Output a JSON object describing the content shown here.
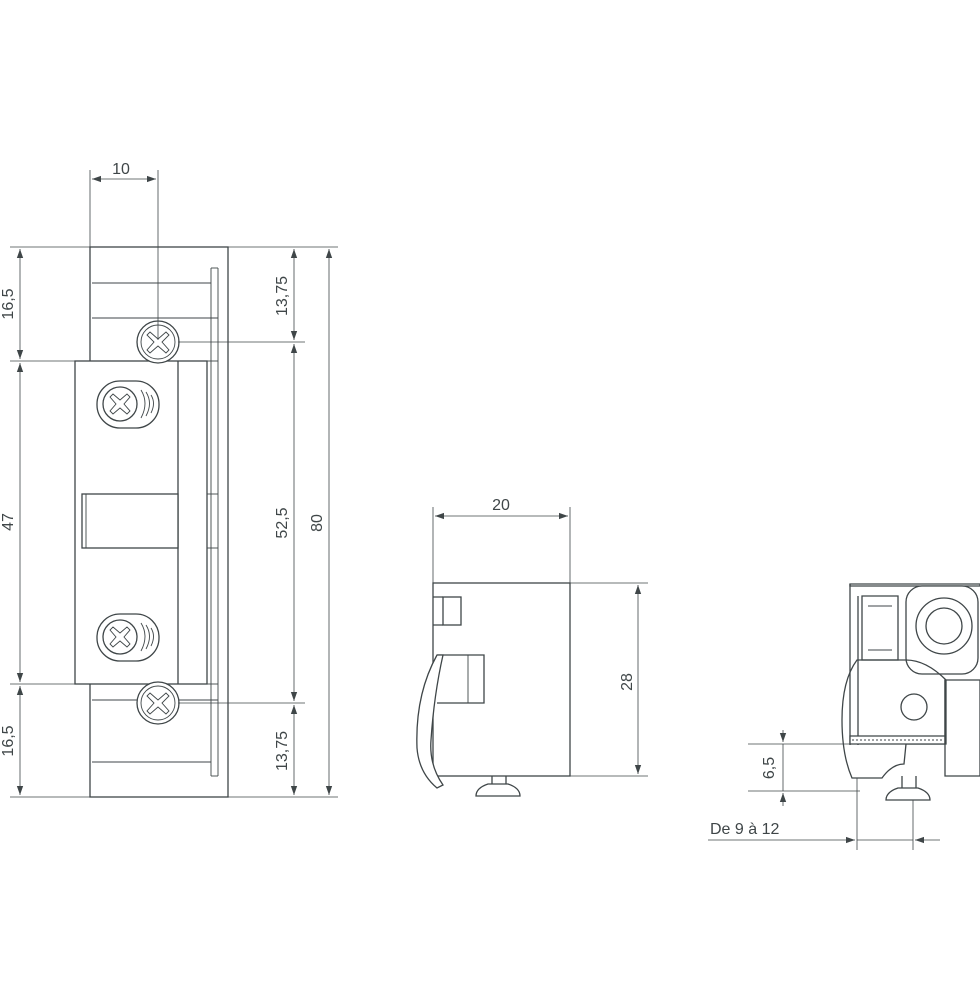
{
  "drawing": {
    "front_view": {
      "width_label": "10",
      "top_left_label": "16,5",
      "middle_left_label": "47",
      "bottom_left_label": "16,5",
      "top_right_label": "13,75",
      "middle_right_label": "52,5",
      "bottom_right_label": "13,75",
      "overall_label": "80"
    },
    "side_view": {
      "width_label": "20",
      "height_label": "28"
    },
    "section_view": {
      "height_label": "6,5",
      "range_label": "De 9 à 12"
    }
  },
  "colors": {
    "line": "#3f4648",
    "hatch": "#e6e7e8",
    "background": "#ffffff"
  }
}
